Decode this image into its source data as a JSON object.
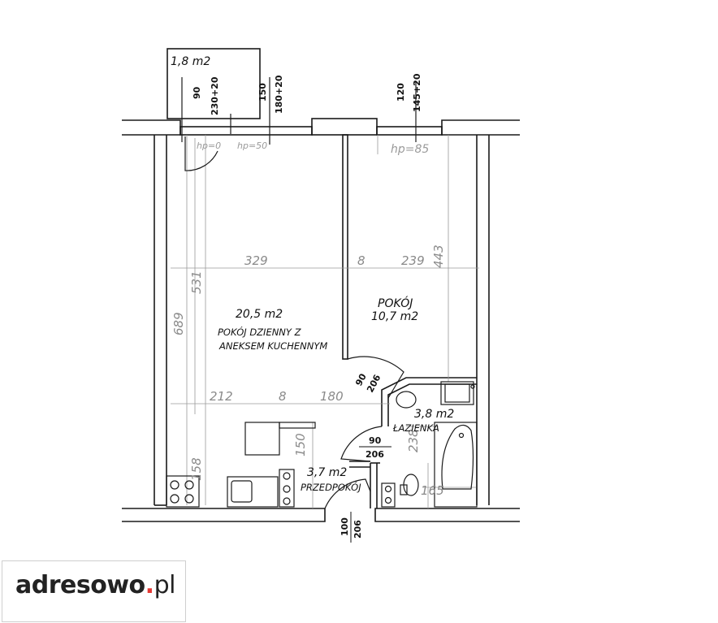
{
  "floorplan": {
    "balcony_area": "1,8 m2",
    "windows": [
      {
        "width": "90",
        "height": "230+20"
      },
      {
        "width": "150",
        "height": "180+20"
      },
      {
        "width": "120",
        "height": "145+20"
      }
    ],
    "sill_heights": [
      "hp=0",
      "hp=50",
      "hp=85"
    ],
    "dimensions": {
      "living_width": "329",
      "partition": "8",
      "room_width": "239",
      "living_depth": "531",
      "room_depth": "443",
      "total_depth": "689",
      "hall_left": "212",
      "hall_partition": "8",
      "hall_right": "180",
      "kitchen_depth": "158",
      "hall_depth": "150",
      "bath_depth": "238",
      "bath_width": "165"
    },
    "rooms": {
      "living": {
        "area": "20,5 m2",
        "name_line1": "POKÓJ DZIENNY Z",
        "name_line2": "ANEKSEM KUCHENNYM"
      },
      "bedroom": {
        "name": "POKÓJ",
        "area": "10,7 m2"
      },
      "bathroom": {
        "area": "3,8 m2",
        "name": "ŁAZIENKA"
      },
      "hall": {
        "area": "3,7 m2",
        "name": "PRZEDPOKÓJ"
      }
    },
    "doors": [
      {
        "width": "90",
        "height": "206"
      },
      {
        "width": "90",
        "height": "206"
      },
      {
        "width": "100",
        "height": "206"
      }
    ]
  },
  "brand": {
    "name": "adresowo",
    "dot": ".",
    "tld": "pl"
  }
}
